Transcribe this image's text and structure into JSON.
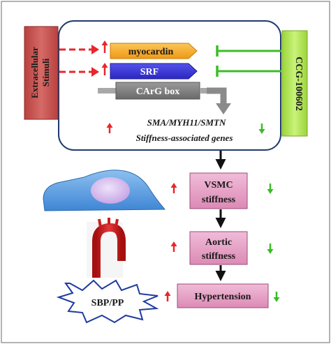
{
  "diagram": {
    "extracellular_label_line1": "Extracellular",
    "extracellular_label_line2": "Stimuli",
    "inhibitor_label": "CCG-100602",
    "myocardin_label": "myocardin",
    "srf_label": "SRF",
    "carg_label": "CArG box",
    "genes_line1": "SMA/MYH11/SMTN",
    "genes_line2": "Stiffness-associated genes",
    "vsmc_line1": "VSMC",
    "vsmc_line2": "stiffness",
    "aortic_line1": "Aortic",
    "aortic_line2": "stiffness",
    "hypertension_label": "Hypertension",
    "sbp_label": "SBP/PP",
    "colors": {
      "up_arrow": "#e8262b",
      "down_arrow": "#3cbc28",
      "extracellular_box": "#c44d4d",
      "inhibitor_box": "#a9e34b",
      "myocardin_box": "#f6ad25",
      "srf_box": "#3a37d6",
      "carg_box": "#7f7f7f",
      "outcome_box": "#e7a1c6",
      "cell_body": "#63a4e6",
      "nucleus": "#d9c2ef",
      "aorta": "#cf1d1d"
    }
  }
}
